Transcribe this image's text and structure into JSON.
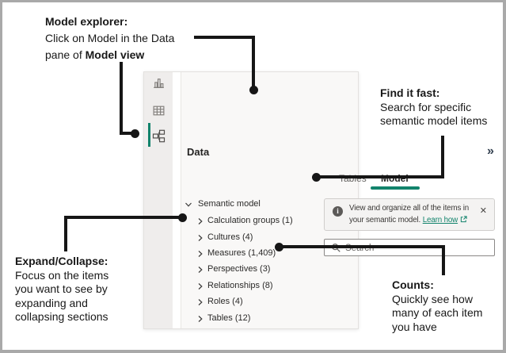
{
  "annotations": {
    "model_explorer": {
      "title": "Model explorer:",
      "line1": "Click on Model in the Data",
      "line2_pre": "pane of ",
      "line2_bold": "Model view"
    },
    "find_it_fast": {
      "title": "Find it fast:",
      "lines": [
        "Search for specific",
        "semantic model items"
      ]
    },
    "expand_collapse": {
      "title": "Expand/Collapse:",
      "lines": [
        "Focus on the items",
        "you want to see by",
        "expanding and",
        "collapsing sections"
      ]
    },
    "counts": {
      "title": "Counts:",
      "lines": [
        "Quickly see how",
        "many of each item",
        "you have"
      ]
    }
  },
  "pane": {
    "title": "Data",
    "collapse_glyph": "»",
    "sidebar_views": [
      {
        "icon": "report-view-icon",
        "selected": false
      },
      {
        "icon": "table-view-icon",
        "selected": false
      },
      {
        "icon": "model-view-icon",
        "selected": true
      }
    ],
    "tabs": [
      {
        "label": "Tables",
        "active": false
      },
      {
        "label": "Model",
        "active": true
      }
    ],
    "info": {
      "line1": "View and organize all of the items in",
      "line2": "your semantic model.",
      "link_label": "Learn how",
      "close_glyph": "✕"
    },
    "search": {
      "placeholder": "Search"
    },
    "tree": {
      "root_label": "Semantic model",
      "items": [
        "Calculation groups (1)",
        "Cultures (4)",
        "Measures (1,409)",
        "Perspectives (3)",
        "Relationships (8)",
        "Roles (4)",
        "Tables (12)"
      ]
    }
  },
  "colors": {
    "accent_teal": "#12836c",
    "callout_black": "#161616"
  }
}
